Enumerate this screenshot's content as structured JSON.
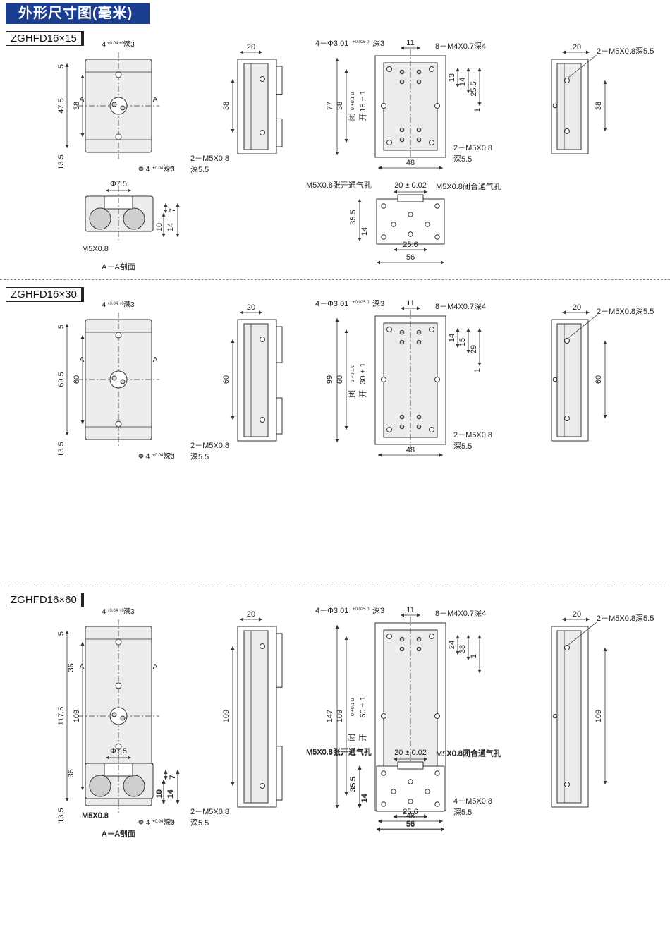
{
  "header": {
    "title": "外形尺寸图(毫米)"
  },
  "colors": {
    "header_bg": "#1b3d8f",
    "line": "#333333",
    "body": "#ececec",
    "port": "#cfcfcf"
  },
  "common": {
    "dim_20": "20",
    "dim_48": "48",
    "dim_11": "11",
    "dim_5": "5",
    "dim_13_5": "13.5",
    "hole_a": "4",
    "hole_a_tol": "+0.04 +0.01",
    "hole_a_depth": "深3",
    "hole_b": "Φ 4",
    "hole_b_tol": "+0.04 +0.01",
    "hole_b_depth": "深3",
    "pin": "4－Φ3.01",
    "pin_tol": "+0.025 0",
    "pin_depth": "深3",
    "tap_m4": "8－M4X0.7深4",
    "tap_m5_side": "2－M5X0.8深5.5",
    "tap_m5_a": "2－M5X0.8",
    "tap_m5_a_depth": "深5.5",
    "tap_m5_b_depth": "深5.5",
    "section_label": "A",
    "section_title": "A－A剖面",
    "phi75": "Φ7.5",
    "m5": "M5X0.8",
    "dim_7": "7",
    "dim_10": "10",
    "dim_14": "14",
    "open_port": "M5X0.8张开通气孔",
    "close_port": "M5X0.8闭合通气孔",
    "dim_20_002": "20 ± 0.02",
    "dim_35_5": "35.5",
    "dim_25_6": "25.6",
    "dim_56": "56",
    "close_label": "闭",
    "close_tol": "0 +0.1 0",
    "open_label": "开"
  },
  "sections": [
    {
      "model": "ZGHFD16×15",
      "total": "47.5",
      "pitch": "38",
      "overall": "77",
      "stroke": "15 ± 1",
      "d1": "13",
      "d2": "14",
      "d3": "25.5",
      "d4": "1",
      "tap_m5_b": "2－M5X0.8"
    },
    {
      "model": "ZGHFD16×30",
      "total": "69.5",
      "pitch": "60",
      "overall": "99",
      "stroke": "30 ± 1",
      "d1": "14",
      "d2": "15",
      "d3": "29",
      "d4": "1",
      "tap_m5_b": "2－M5X0.8"
    },
    {
      "model": "ZGHFD16×60",
      "total": "117.5",
      "pitch": "109",
      "overall": "147",
      "stroke": "60 ± 1",
      "d1": "24",
      "d2": "38",
      "d3": "1",
      "seg": "36",
      "tap_m5_b": "4－M5X0.8"
    }
  ]
}
